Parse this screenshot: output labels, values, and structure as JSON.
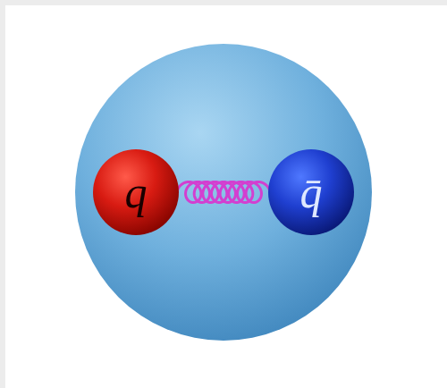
{
  "diagram": {
    "nodes": [
      {
        "text": [
          "q"
        ]
      },
      {
        "text": [
          "q̄"
        ]
      }
    ],
    "edges": [
      {
        "from": 0,
        "to": 1,
        "arrow": "none"
      }
    ]
  }
}
